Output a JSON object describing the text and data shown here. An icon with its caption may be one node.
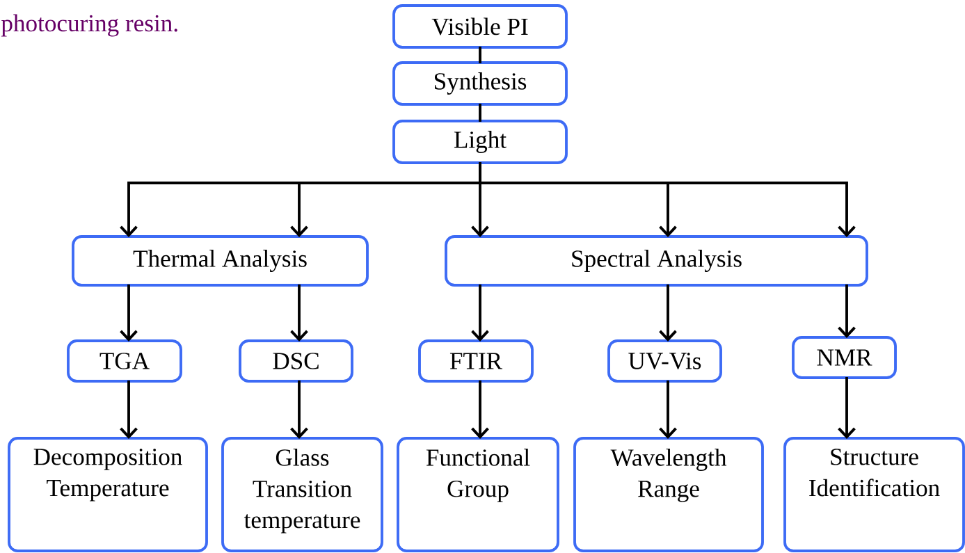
{
  "diagram": {
    "nodes": [
      {
        "text": [
          "Visible PI"
        ]
      },
      {
        "text": [
          "Synthesis"
        ]
      },
      {
        "text": [
          "Light"
        ]
      },
      {
        "text": [
          "Thermal Analysis"
        ]
      },
      {
        "text": [
          "Spectral Analysis"
        ]
      },
      {
        "text": [
          "TGA"
        ]
      },
      {
        "text": [
          "DSC"
        ]
      },
      {
        "text": [
          "FTIR"
        ]
      },
      {
        "text": [
          "UV-Vis"
        ]
      },
      {
        "text": [
          "NMR"
        ]
      },
      {
        "text": [
          "Decomposition Temperature"
        ]
      },
      {
        "text": [
          "Glass Transition temperature"
        ]
      },
      {
        "text": [
          "Functional Group"
        ]
      },
      {
        "text": [
          "Wavelength Range"
        ]
      },
      {
        "text": [
          "Structure Identification"
        ]
      }
    ],
    "edges": [
      {
        "from": 0,
        "to": 1,
        "arrow": "none"
      },
      {
        "from": 1,
        "to": 2,
        "arrow": "none"
      },
      {
        "from": 2,
        "to": 3,
        "arrow": "to"
      },
      {
        "from": 2,
        "to": 3,
        "arrow": "to"
      },
      {
        "from": 2,
        "to": 4,
        "arrow": "to"
      },
      {
        "from": 2,
        "to": 4,
        "arrow": "to"
      },
      {
        "from": 2,
        "to": 4,
        "arrow": "to"
      },
      {
        "from": 3,
        "to": 5,
        "arrow": "to"
      },
      {
        "from": 3,
        "to": 6,
        "arrow": "to"
      },
      {
        "from": 4,
        "to": 7,
        "arrow": "to"
      },
      {
        "from": 4,
        "to": 8,
        "arrow": "to"
      },
      {
        "from": 4,
        "to": 9,
        "arrow": "to"
      },
      {
        "from": 5,
        "to": 10,
        "arrow": "to"
      },
      {
        "from": 6,
        "to": 11,
        "arrow": "to"
      },
      {
        "from": 7,
        "to": 12,
        "arrow": "to"
      },
      {
        "from": 8,
        "to": 13,
        "arrow": "to"
      },
      {
        "from": 9,
        "to": 14,
        "arrow": "to"
      }
    ],
    "labels": [
      "photocuring resin."
    ]
  }
}
